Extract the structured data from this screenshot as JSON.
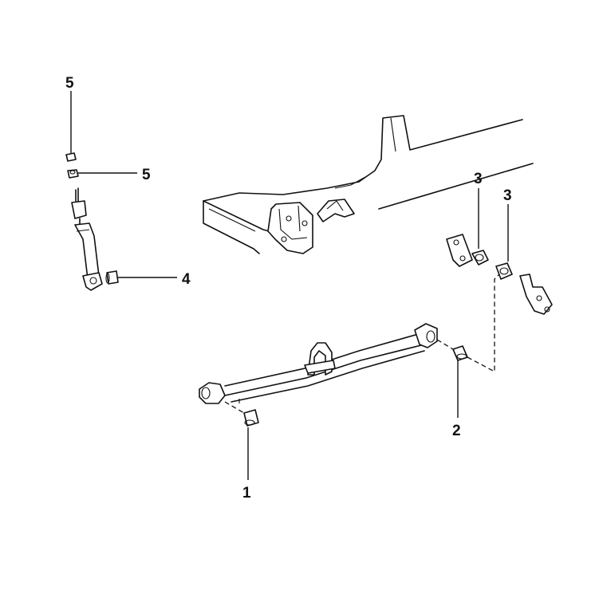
{
  "diagram": {
    "callouts": [
      {
        "id": "c1",
        "text": "1"
      },
      {
        "id": "c2",
        "text": "2"
      },
      {
        "id": "c3a",
        "text": "3"
      },
      {
        "id": "c3b",
        "text": "3"
      },
      {
        "id": "c4",
        "text": "4"
      },
      {
        "id": "c5a",
        "text": "5"
      },
      {
        "id": "c5b",
        "text": "5"
      }
    ]
  }
}
